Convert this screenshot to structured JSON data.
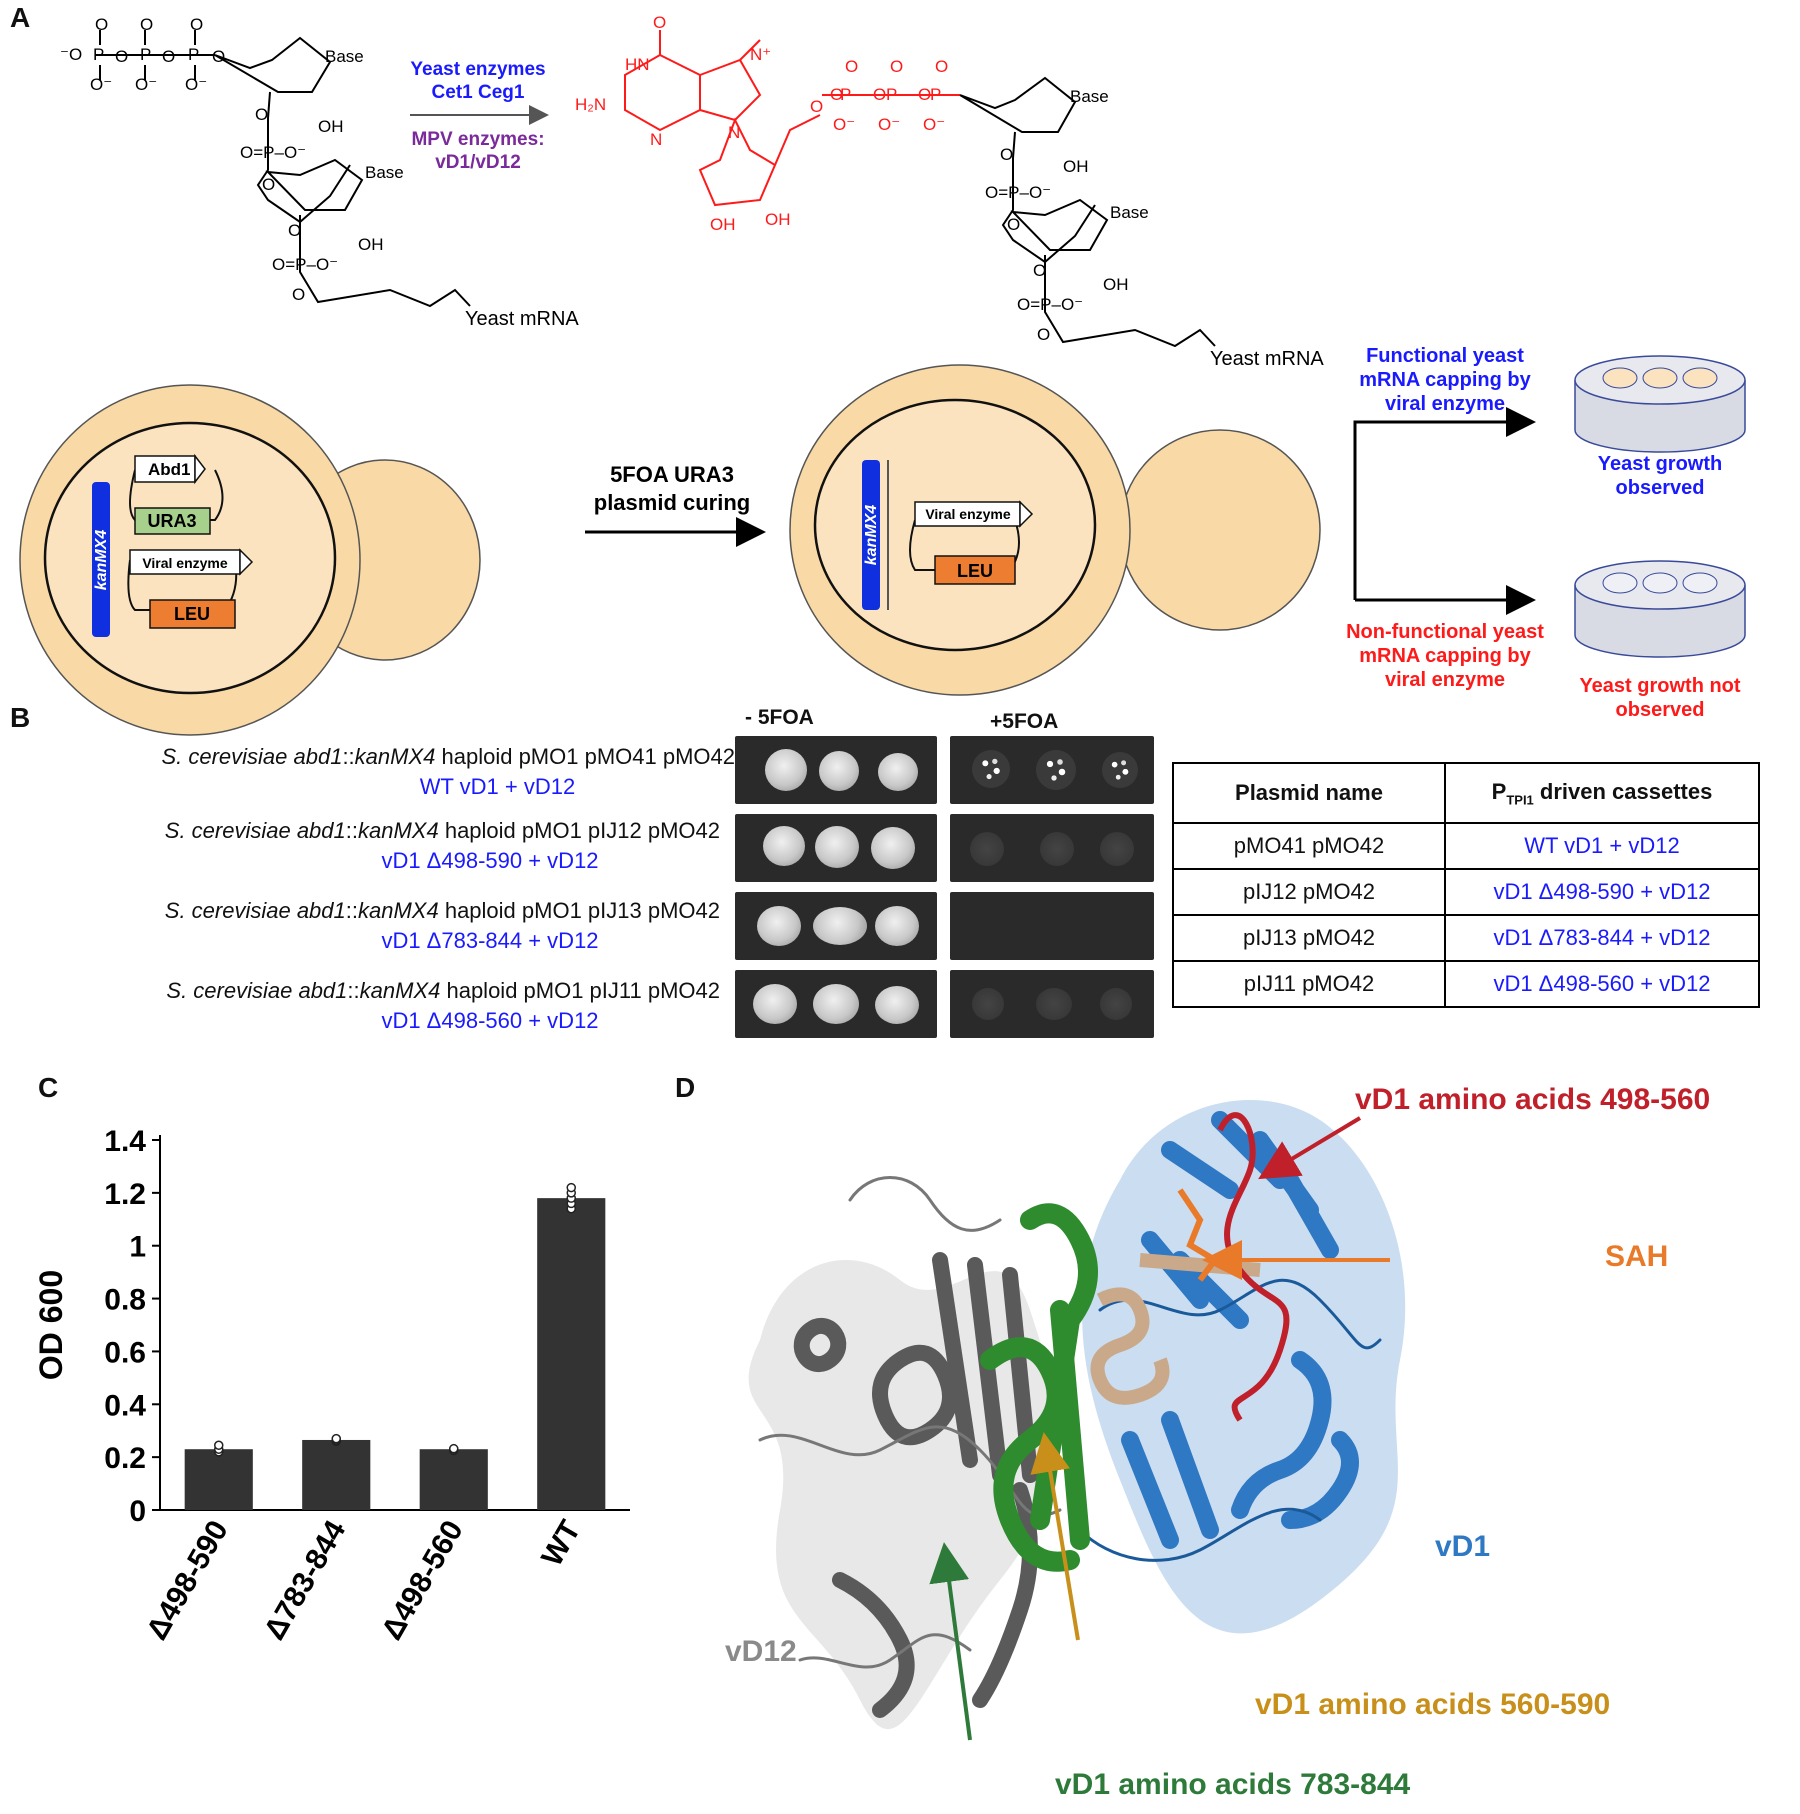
{
  "panels": {
    "a": "A",
    "b": "B",
    "c": "C",
    "d": "D"
  },
  "panel_a": {
    "base": "Base",
    "oh": "OH",
    "yeast_mrna": "Yeast mRNA",
    "arrow_top": "Yeast enzymes",
    "arrow_top2": "Cet1 Ceg1",
    "arrow_bottom": "MPV enzymes:",
    "arrow_bottom2": "vD1/vD12",
    "cap_o": "O",
    "cap_hn": "HN",
    "cap_h2n": "H₂N",
    "cap_n": "N",
    "cap_nplus": "N⁺",
    "cell_abd1": "Abd1",
    "cell_ura3": "URA3",
    "cell_kanmx4": "kanMX4",
    "cell_viral": "Viral enzyme",
    "cell_leu": "LEU",
    "curing_line1": "5FOA URA3",
    "curing_line2": "plasmid curing",
    "functional_1": "Functional yeast",
    "functional_2": "mRNA capping by",
    "functional_3": "viral enzyme",
    "growth_yes_1": "Yeast growth",
    "growth_yes_2": "observed",
    "nonfunctional_1": "Non-functional yeast",
    "nonfunctional_2": "mRNA capping by",
    "nonfunctional_3": "viral enzyme",
    "growth_no_1": "Yeast growth not",
    "growth_no_2": "observed",
    "colors": {
      "cell": "#f9d9a6",
      "ura3": "#a8d08d",
      "leu": "#ed7d31",
      "kan": "#1030e0"
    }
  },
  "panel_b": {
    "minus_5foa": "- 5FOA",
    "plus_5foa": "+5FOA",
    "strains": [
      {
        "species": "S. cerevisiae abd1",
        "sep": "::",
        "marker": "kanMX4",
        "rest": " haploid pMO1 pMO41 pMO42",
        "label": "WT vD1 + vD12"
      },
      {
        "species": "S. cerevisiae abd1",
        "sep": "::",
        "marker": "kanMX4",
        "rest": " haploid pMO1 pIJ12 pMO42",
        "label": "vD1 Δ498-590 + vD12"
      },
      {
        "species": "S. cerevisiae abd1",
        "sep": "::",
        "marker": "kanMX4",
        "rest": " haploid pMO1 pIJ13 pMO42",
        "label": "vD1 Δ783-844 + vD12"
      },
      {
        "species": "S. cerevisiae abd1",
        "sep": "::",
        "marker": "kanMX4",
        "rest": " haploid pMO1 pIJ11 pMO42",
        "label": "vD1 Δ498-560 + vD12"
      }
    ],
    "table": {
      "col1": "Plasmid name",
      "col2_p": "P",
      "col2_sub": "TPI1",
      "col2_rest": " driven cassettes",
      "rows": [
        {
          "plasmid": "pMO41 pMO42",
          "cassette": "WT vD1 + vD12"
        },
        {
          "plasmid": "pIJ12 pMO42",
          "cassette": "vD1 Δ498-590 + vD12"
        },
        {
          "plasmid": "pIJ13 pMO42",
          "cassette": "vD1 Δ783-844 + vD12"
        },
        {
          "plasmid": "pIJ11 pMO42",
          "cassette": "vD1 Δ498-560 + vD12"
        }
      ]
    }
  },
  "chart_data": {
    "type": "bar",
    "categories": [
      "Δ498-590",
      "Δ783-844",
      "Δ498-560",
      "WT"
    ],
    "values": [
      0.23,
      0.265,
      0.23,
      1.18
    ],
    "replicates": [
      [
        0.22,
        0.23,
        0.245
      ],
      [
        0.26,
        0.265,
        0.27
      ],
      [
        0.225,
        0.23,
        0.232
      ],
      [
        1.14,
        1.16,
        1.18,
        1.2,
        1.22
      ]
    ],
    "ylabel": "OD 600",
    "ylim": [
      0,
      1.4
    ],
    "yticks": [
      0,
      0.2,
      0.4,
      0.6,
      0.8,
      1,
      1.2,
      1.4
    ],
    "yticklabels": [
      "0",
      "0.2",
      "0.4",
      "0.6",
      "0.8",
      "1",
      "1.2",
      "1.4"
    ],
    "bar_color": "#333333",
    "grid": false
  },
  "panel_d": {
    "label_498_560": "vD1 amino acids 498-560",
    "label_sah": "SAH",
    "label_vd1": "vD1",
    "label_vd12": "vD12",
    "label_560_590": "vD1 amino acids 560-590",
    "label_783_844": "vD1 amino acids 783-844",
    "colors": {
      "vd1": "#2f78c4",
      "vd12": "#5a5a5a",
      "green": "#2e8b2e",
      "tan": "#c9a98a",
      "red": "#c0202a",
      "orange": "#e87a2a",
      "gold": "#c8901a"
    }
  }
}
